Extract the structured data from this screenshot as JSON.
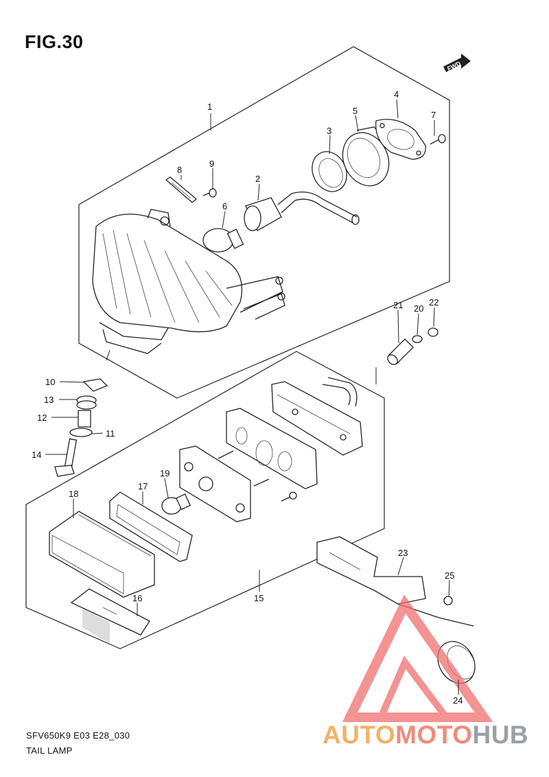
{
  "figure": {
    "title": "FIG.30"
  },
  "footer": {
    "model_code": "SFV650K9 E03 E28_030",
    "section_name": "TAIL LAMP"
  },
  "direction_badge": {
    "label": "FWD"
  },
  "watermark": {
    "part1": "AUTO",
    "part2": "MOTO",
    "part3": "HUB",
    "colors": {
      "auto": "#f2b266",
      "moto": "#ef8c7c",
      "hub": "#9aa0a6",
      "triangle": "#ef6f6f"
    }
  },
  "callouts": {
    "c1": "1",
    "c2": "2",
    "c3": "3",
    "c4": "4",
    "c5": "5",
    "c6": "6",
    "c7": "7",
    "c8": "8",
    "c9": "9",
    "c10": "10",
    "c11": "11",
    "c12": "12",
    "c13": "13",
    "c14": "14",
    "c15": "15",
    "c16": "16",
    "c17": "17",
    "c18": "18",
    "c19": "19",
    "c20": "20",
    "c21": "21",
    "c22": "22",
    "c23": "23",
    "c24": "24",
    "c25": "25"
  }
}
